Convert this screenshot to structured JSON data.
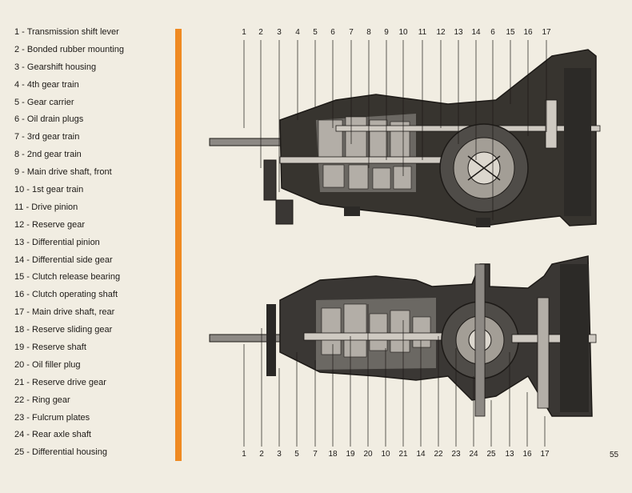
{
  "legend": [
    "1 - Transmission shift lever",
    "2 - Bonded rubber mounting",
    "3 - Gearshift housing",
    "4 - 4th gear train",
    "5 - Gear carrier",
    "6 - Oil drain plugs",
    "7 - 3rd gear train",
    "8 - 2nd gear train",
    "9 - Main drive shaft, front",
    "10 - 1st gear train",
    "11 - Drive pinion",
    "12 - Reserve gear",
    "13 - Differential pinion",
    "14 - Differential side gear",
    "15 - Clutch release bearing",
    "16 - Clutch operating shaft",
    "17 - Main drive shaft, rear",
    "18 - Reserve sliding gear",
    "19 - Reserve shaft",
    "20 - Oil filler plug",
    "21 - Reserve drive gear",
    "22 - Ring gear",
    "23 - Fulcrum plates",
    "24 - Rear axle shaft",
    "25 - Differential housing"
  ],
  "top_callouts": [
    "1",
    "2",
    "3",
    "4",
    "5",
    "6",
    "7",
    "8",
    "9",
    "10",
    "11",
    "12",
    "13",
    "14",
    "6",
    "15",
    "16",
    "17"
  ],
  "bottom_callouts": [
    "1",
    "2",
    "3",
    "5",
    "7",
    "18",
    "19",
    "20",
    "10",
    "21",
    "14",
    "22",
    "23",
    "24",
    "25",
    "13",
    "16",
    "17"
  ],
  "page_number": "55",
  "colors": {
    "page_background": "#f1ede2",
    "accent_bar": "#ef8a22",
    "ink": "#1d1a17",
    "casting_dark": "#2a2826",
    "casting_mid": "#5e5b57",
    "casting_light": "#9c9892"
  }
}
